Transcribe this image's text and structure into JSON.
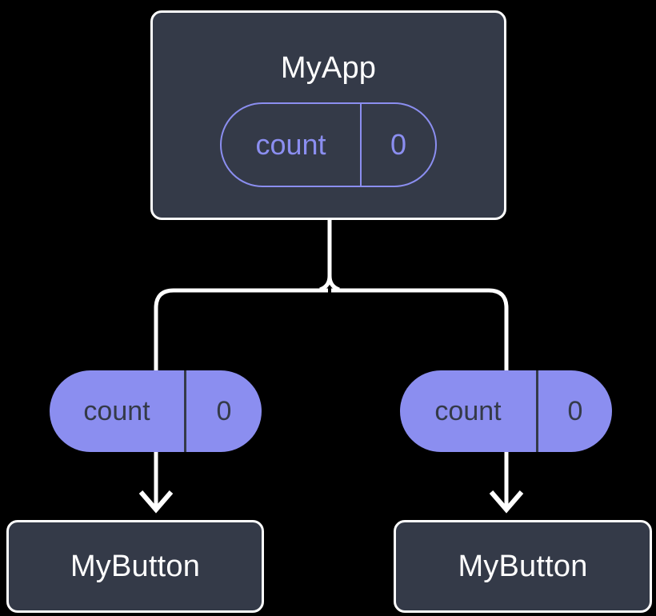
{
  "diagram": {
    "type": "component-tree",
    "background_color": "#000000",
    "colors": {
      "node_fill": "#343a48",
      "node_border": "#fdfdfd",
      "accent": "#8b8ef0",
      "edge": "#ffffff",
      "title_text": "#ffffff",
      "pill_text_on_fill": "#343a48",
      "pill_text_outlined": "#8b8ef0"
    },
    "root": {
      "title": "MyApp",
      "state": {
        "key": "count",
        "value": "0"
      }
    },
    "props": [
      {
        "key": "count",
        "value": "0"
      },
      {
        "key": "count",
        "value": "0"
      }
    ],
    "children": [
      {
        "title": "MyButton"
      },
      {
        "title": "MyButton"
      }
    ],
    "edges": [
      {
        "name": "root-to-branch",
        "from": "MyApp",
        "to": "branch-point",
        "style": "solid"
      },
      {
        "name": "branch-to-left-prop",
        "from": "branch-point",
        "to": "left prop count 0",
        "style": "solid"
      },
      {
        "name": "branch-to-right-prop",
        "from": "branch-point",
        "to": "right prop count 0",
        "style": "solid"
      },
      {
        "name": "left-prop-to-mybutton",
        "from": "left prop count 0",
        "to": "MyButton",
        "style": "arrow"
      },
      {
        "name": "right-prop-to-mybutton",
        "from": "right prop count 0",
        "to": "MyButton",
        "style": "arrow"
      }
    ]
  }
}
